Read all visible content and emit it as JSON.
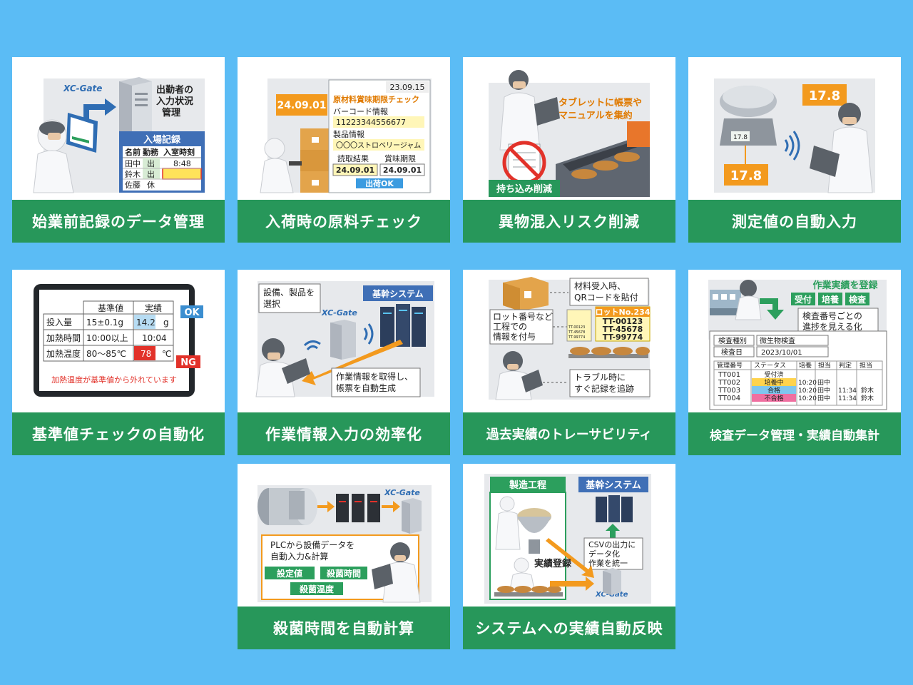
{
  "cards": [
    {
      "caption": "始業前記録のデータ管理",
      "brand": "XC-Gate",
      "server_label": [
        "出勤者の",
        "入力状況",
        "管理"
      ],
      "panel_title": "入場記録",
      "table_headers": [
        "名前",
        "勤務",
        "入室時刻"
      ],
      "rows": [
        {
          "name": "田中",
          "status": "出",
          "time": "8:48"
        },
        {
          "name": "鈴木",
          "status": "出",
          "time": ""
        },
        {
          "name": "佐藤",
          "status": "休",
          "time": ""
        }
      ]
    },
    {
      "caption": "入荷時の原料チェック",
      "date_tag": "24.09.01",
      "panel_date": "23.09.15",
      "panel_title": "原材料賞味期限チェック",
      "barcode_label": "バーコード情報",
      "barcode_value": "11223344556677",
      "product_label": "製品情報",
      "product_value": "〇〇〇ストロベリージャム",
      "read_label": "読取結果",
      "expiry_label": "賞味期限",
      "read_value": "24.09.01",
      "expiry_value": "24.09.01",
      "ok_label": "出荷OK"
    },
    {
      "caption": "異物混入リスク削減",
      "tablet_note": [
        "タブレットに帳票や",
        "マニュアルを集約"
      ],
      "badge": "持ち込み削減"
    },
    {
      "caption": "測定値の自動入力",
      "value_top": "17.8",
      "value_bottom": "17.8",
      "scale_value": "17.8"
    },
    {
      "caption": "基準値チェックの自動化",
      "headers": [
        "基準値",
        "実績"
      ],
      "rows": [
        {
          "label": "投入量",
          "standard": "15±0.1g",
          "actual": "14.2",
          "unit": "g"
        },
        {
          "label": "加熱時間",
          "standard": "10:00以上",
          "actual": "10:04",
          "unit": ""
        },
        {
          "label": "加熱温度",
          "standard": "80〜85℃",
          "actual": "78",
          "unit": "℃"
        }
      ],
      "ok_badge": "OK",
      "ng_badge": "NG",
      "warning": "加熱温度が基準値から外れています"
    },
    {
      "caption": "作業情報入力の効率化",
      "note_top": [
        "設備、製品を",
        "選択"
      ],
      "system_label": "基幹システム",
      "brand": "XC-Gate",
      "note_bottom": [
        "作業情報を取得し、",
        "帳票を自動生成"
      ]
    },
    {
      "caption": "過去実績のトレーサビリティ",
      "note_top": [
        "材料受入時、",
        "QRコードを貼付"
      ],
      "note_mid": [
        "ロット番号など",
        "工程での",
        "情報を付与"
      ],
      "lot_title": "ロットNo.234",
      "lots": [
        "TT-00123",
        "TT-45678",
        "TT-99774"
      ],
      "small_lots": [
        "TT-00123",
        "TT-45678",
        "TT-99774"
      ],
      "note_bottom": [
        "トラブル時に",
        "すぐ記録を追跡"
      ]
    },
    {
      "caption": "検査データ管理・実績自動集計",
      "register_label": "作業実績を登録",
      "steps": [
        "受付",
        "培養",
        "検査"
      ],
      "progress_note": [
        "検査番号ごとの",
        "進捗を見える化"
      ],
      "type_label": "検査種別",
      "type_value": "微生物検査",
      "date_label": "検査日",
      "date_value": "2023/10/01",
      "table_headers": [
        "管理番号",
        "ステータス",
        "培養",
        "担当",
        "判定",
        "担当"
      ],
      "rows": [
        {
          "id": "TT001",
          "status": "受付済",
          "culture": "",
          "staff1": "",
          "judge": "",
          "staff2": ""
        },
        {
          "id": "TT002",
          "status": "培養中",
          "culture": "10:20",
          "staff1": "田中",
          "judge": "",
          "staff2": ""
        },
        {
          "id": "TT003",
          "status": "合格",
          "culture": "10:20",
          "staff1": "田中",
          "judge": "11:34",
          "staff2": "鈴木"
        },
        {
          "id": "TT004",
          "status": "不合格",
          "culture": "10:20",
          "staff1": "田中",
          "judge": "11:34",
          "staff2": "鈴木"
        }
      ]
    },
    {
      "caption": "殺菌時間を自動計算",
      "brand": "XC-Gate",
      "note": [
        "PLCから設備データを",
        "自動入力&計算"
      ],
      "chips": [
        "設定値",
        "殺菌時間",
        "殺菌温度"
      ]
    },
    {
      "caption": "システムへの実績自動反映",
      "process_label": "製造工程",
      "system_label": "基幹システム",
      "csv_note": [
        "CSVの出力に",
        "データ化",
        "作業を統一"
      ],
      "register_label": "実績登録",
      "brand": "XC-Gate"
    }
  ],
  "colors": {
    "background": "#5bbcf5",
    "caption_bg": "#27975a",
    "accent_orange": "#f39a1e",
    "panel_blue": "#3f6fb6"
  }
}
